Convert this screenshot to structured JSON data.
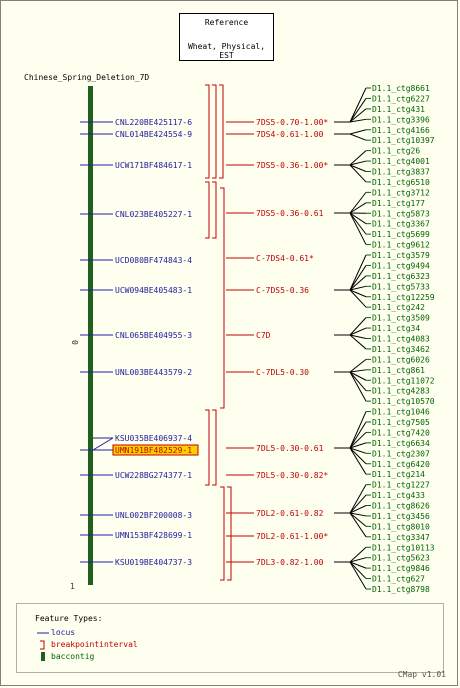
{
  "reference": {
    "line1": "Reference",
    "line2": "Wheat, Physical, EST"
  },
  "map_title": "Chinese_Spring_Deletion_7D",
  "axis": {
    "start_label": "0",
    "end_label": "1"
  },
  "colors": {
    "locus": "#2020a0",
    "interval": "#c00000",
    "contig": "#006400",
    "backbone": "#1f5f1f",
    "highlight_fill": "#ffd000"
  },
  "loci": [
    {
      "label": "CNL220BE425117-6"
    },
    {
      "label": "CNL014BE424554-9"
    },
    {
      "label": "UCW171BF484617-1"
    },
    {
      "label": "CNL023BE405227-1"
    },
    {
      "label": "UCD080BF474843-4"
    },
    {
      "label": "UCW094BE405483-1"
    },
    {
      "label": "CNL065BE404955-3"
    },
    {
      "label": "UNL003BE443579-2"
    },
    {
      "label": "KSU035BE406937-4"
    },
    {
      "label": "UMN191BF482529-1",
      "highlight": true
    },
    {
      "label": "UCW228BG274377-1"
    },
    {
      "label": "UNL002BF200008-3"
    },
    {
      "label": "UMN153BF428699-1"
    },
    {
      "label": "KSU019BE404737-3"
    }
  ],
  "intervals": [
    {
      "label": "7DS5-0.70-1.00*"
    },
    {
      "label": "7DS4-0.61-1.00"
    },
    {
      "label": "7DS5-0.36-1.00*"
    },
    {
      "label": "7DS5-0.36-0.61"
    },
    {
      "label": "C-7DS4-0.61*"
    },
    {
      "label": "C-7DS5-0.36"
    },
    {
      "label": "C7D"
    },
    {
      "label": "C-7DL5-0.30"
    },
    {
      "label": "7DL5-0.30-0.61"
    },
    {
      "label": "7DL5-0.30-0.82*"
    },
    {
      "label": "7DL2-0.61-0.82"
    },
    {
      "label": "7DL2-0.61-1.00*"
    },
    {
      "label": "7DL3-0.82-1.00"
    }
  ],
  "contigs": [
    "D1.1_ctg8661",
    "D1.1_ctg6227",
    "D1.1_ctg431",
    "D1.1_ctg3396",
    "D1.1_ctg4166",
    "D1.1_ctg10397",
    "D1.1_ctg26",
    "D1.1_ctg4001",
    "D1.1_ctg3837",
    "D1.1_ctg6510",
    "D1.1_ctg3712",
    "D1.1_ctg177",
    "D1.1_ctg5873",
    "D1.1_ctg3367",
    "D1.1_ctg5699",
    "D1.1_ctg9612",
    "D1.1_ctg3579",
    "D1.1_ctg9494",
    "D1.1_ctg6323",
    "D1.1_ctg5733",
    "D1.1_ctg12259",
    "D1.1_ctg242",
    "D1.1_ctg3509",
    "D1.1_ctg34",
    "D1.1_ctg4083",
    "D1.1_ctg3462",
    "D1.1_ctg6026",
    "D1.1_ctg861",
    "D1.1_ctg11072",
    "D1.1_ctg4283",
    "D1.1_ctg10570",
    "D1.1_ctg1046",
    "D1.1_ctg7505",
    "D1.1_ctg7420",
    "D1.1_ctg6634",
    "D1.1_ctg2307",
    "D1.1_ctg6420",
    "D1.1_ctg214",
    "D1.1_ctg1227",
    "D1.1_ctg433",
    "D1.1_ctg8626",
    "D1.1_ctg3456",
    "D1.1_ctg8010",
    "D1.1_ctg3347",
    "D1.1_ctg10113",
    "D1.1_ctg5623",
    "D1.1_ctg9846",
    "D1.1_ctg627",
    "D1.1_ctg8798"
  ],
  "legend": {
    "title": "Feature Types:",
    "items": [
      {
        "label": "locus",
        "icon": "locus-line-icon"
      },
      {
        "label": "breakpointinterval",
        "icon": "bracket-icon"
      },
      {
        "label": "baccontig",
        "icon": "contig-bar-icon"
      }
    ]
  },
  "version": "CMap v1.01"
}
